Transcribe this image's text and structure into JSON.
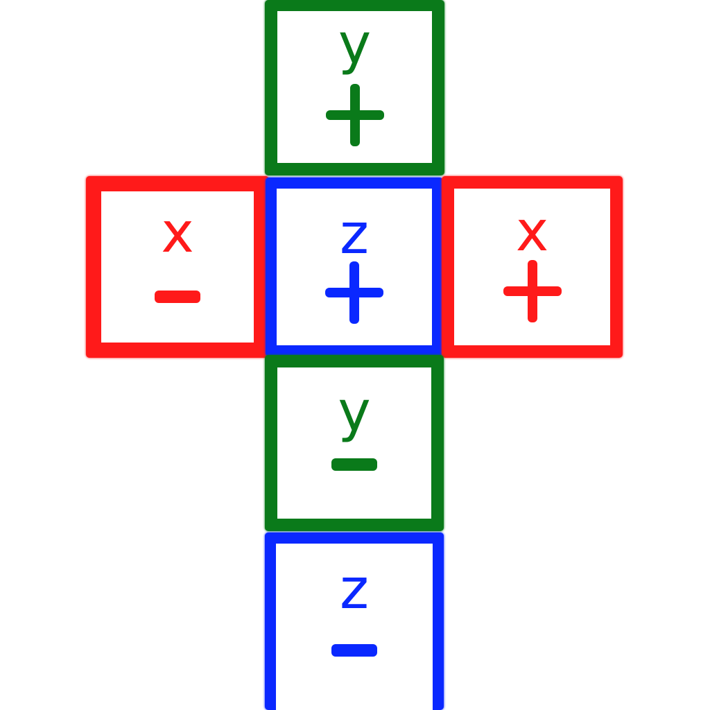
{
  "colors": {
    "x": "#ff1a1a",
    "y": "#0a7a1a",
    "z": "#0a28ff",
    "background": "#ffffff"
  },
  "faces": [
    {
      "id": "yplus",
      "axis": "y",
      "letter": "y",
      "sign": "+",
      "color_key": "y"
    },
    {
      "id": "xminus",
      "axis": "x",
      "letter": "x",
      "sign": "−",
      "color_key": "x"
    },
    {
      "id": "zplus",
      "axis": "z",
      "letter": "z",
      "sign": "+",
      "color_key": "z"
    },
    {
      "id": "xplus",
      "axis": "x",
      "letter": "x",
      "sign": "+",
      "color_key": "x"
    },
    {
      "id": "yminus",
      "axis": "y",
      "letter": "y",
      "sign": "−",
      "color_key": "y"
    },
    {
      "id": "zminus",
      "axis": "z",
      "letter": "z",
      "sign": "−",
      "color_key": "z"
    }
  ]
}
